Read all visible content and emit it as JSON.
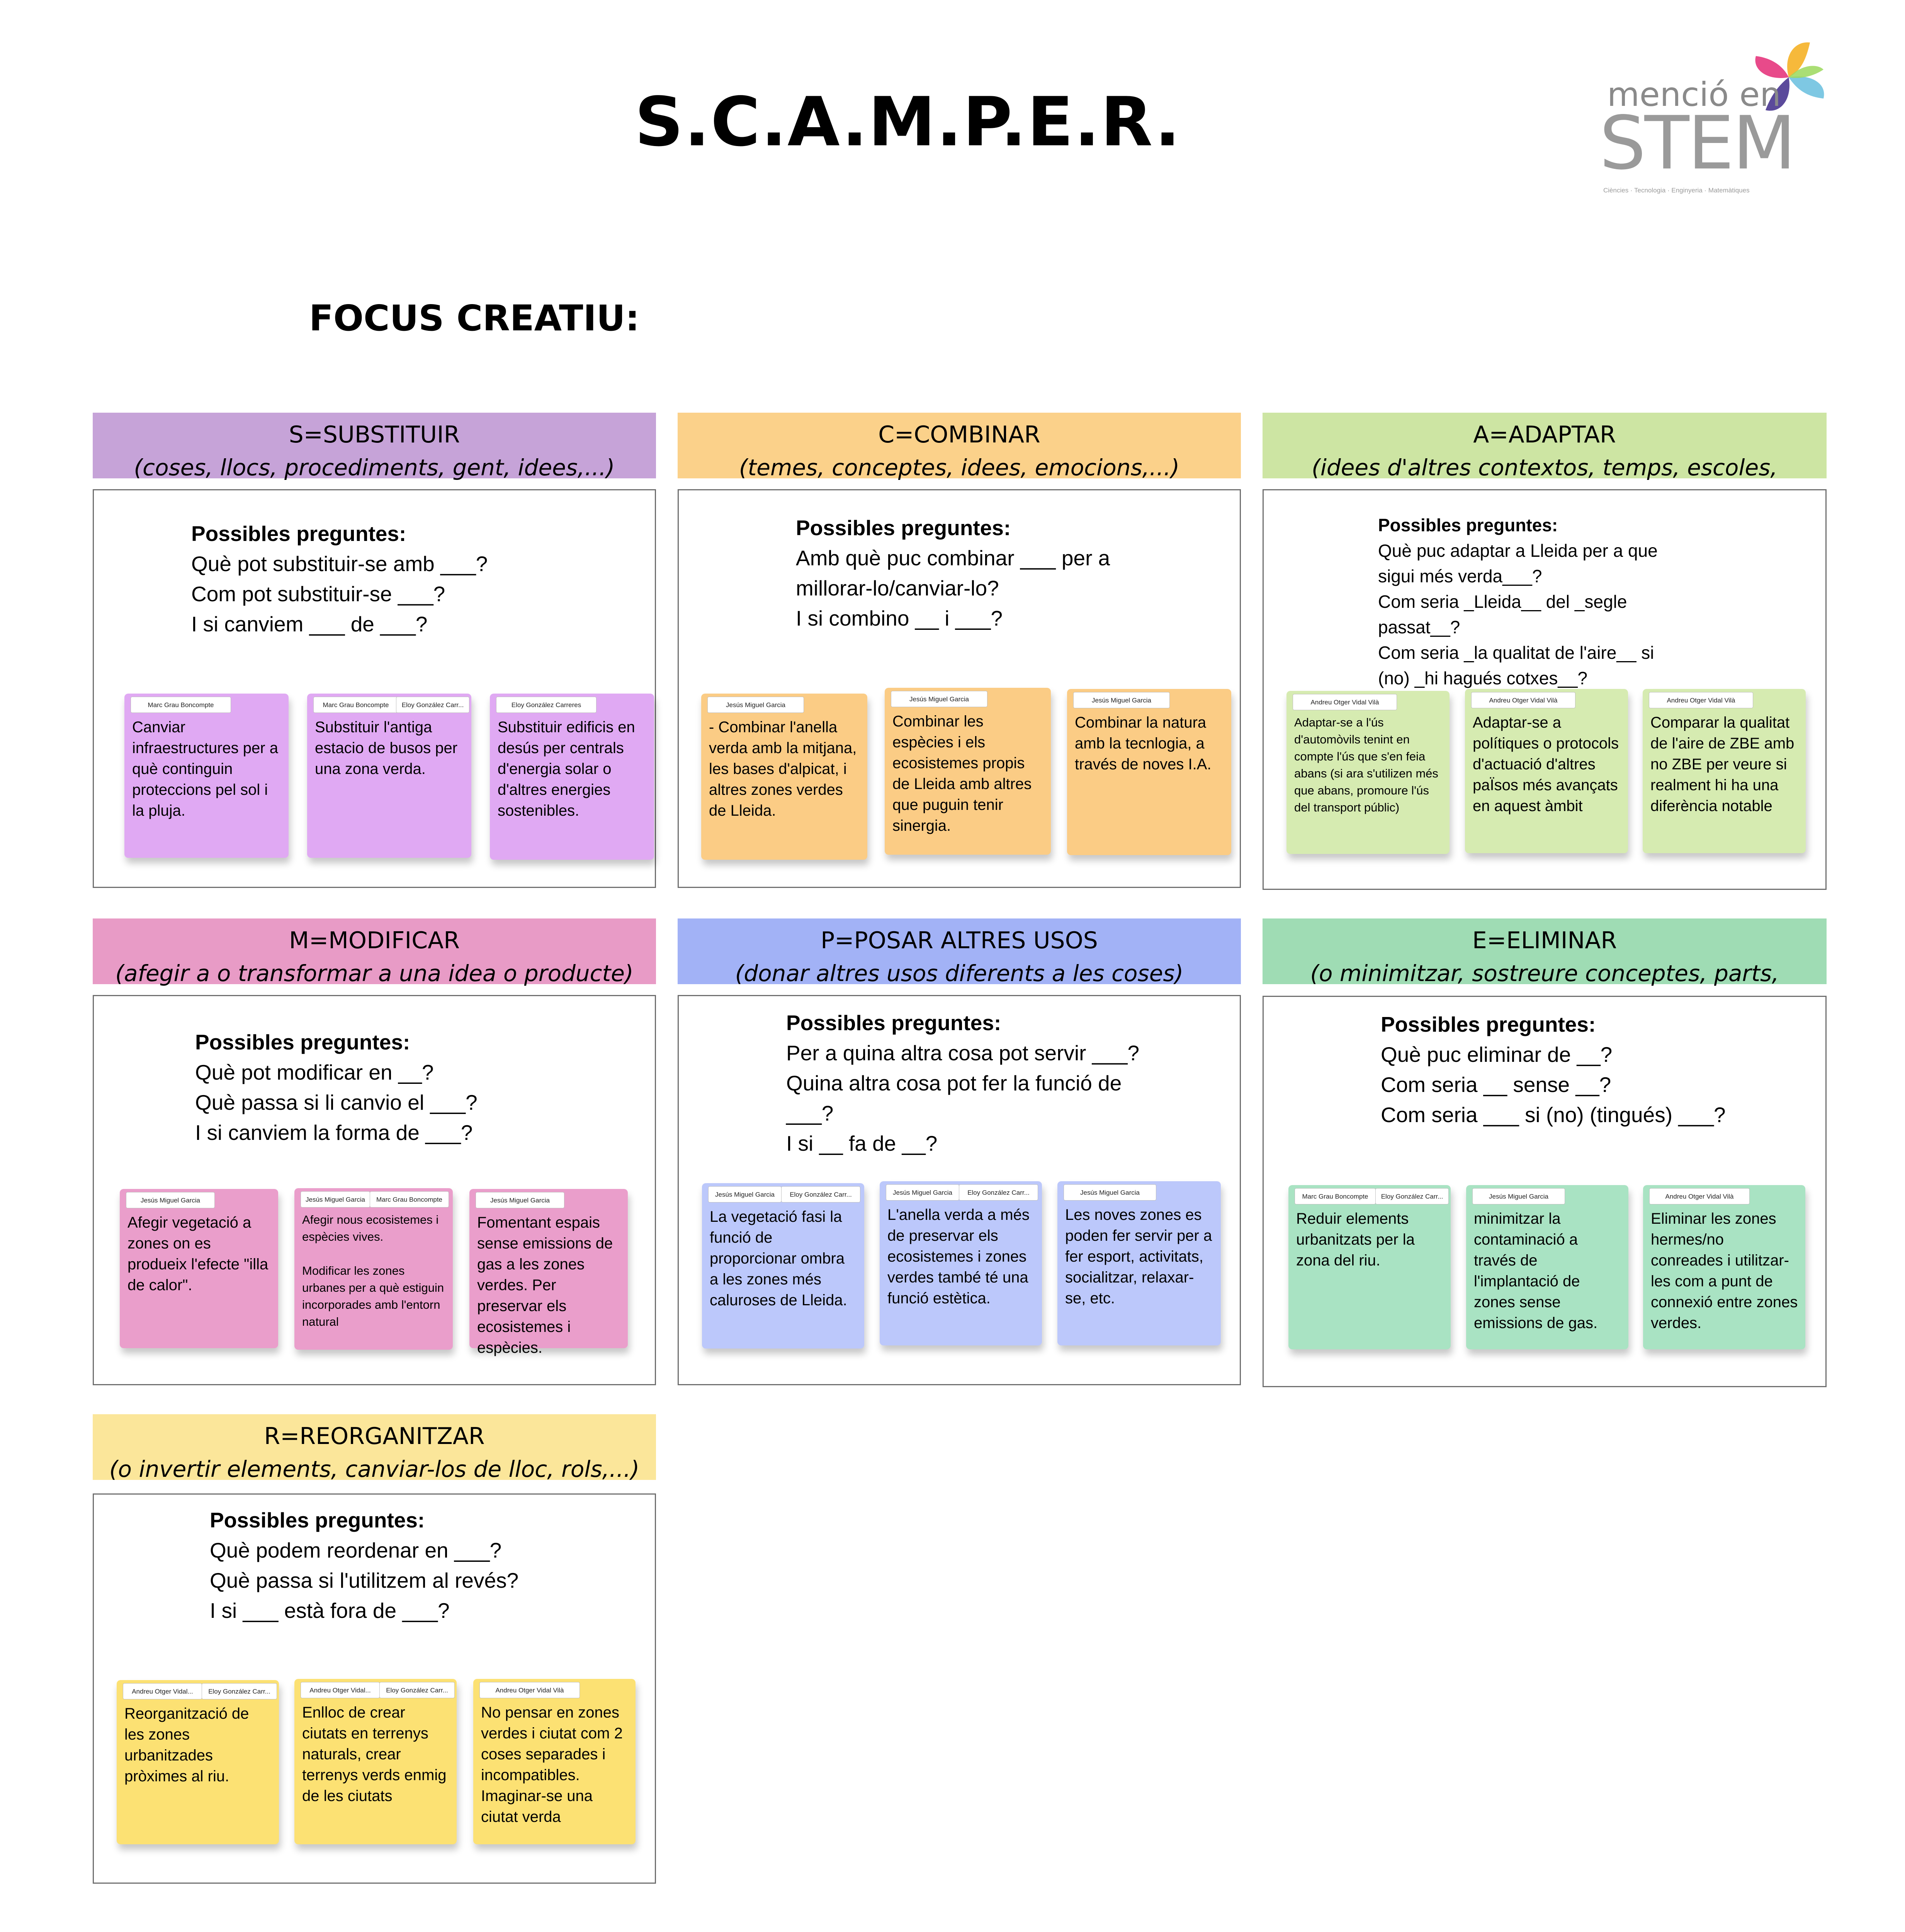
{
  "title": "S.C.A.M.P.E.R.",
  "focus_label": "FOCUS CREATIU:",
  "logo": {
    "top_text": "menció en",
    "main_text": "STEM",
    "subtitle": "Ciències · Tecnologia · Enginyeria · Matemàtiques"
  },
  "questions_heading": "Possibles preguntes:",
  "sections": {
    "s": {
      "title": "S=SUBSTITUIR",
      "subtitle": "(coses, llocs, procediments, gent, idees,...)",
      "header_color": "#c6a3d8",
      "note_color": "#e0a9f3",
      "questions": [
        "Què pot substituir-se amb ___?",
        "Com pot substituir-se ___?",
        "I si canviem ___ de ___?"
      ],
      "notes": [
        {
          "authors": [
            "Marc Grau Boncompte"
          ],
          "text": "Canviar infraestructures per a què continguin proteccions pel sol i la pluja."
        },
        {
          "authors": [
            "Marc Grau Boncompte",
            "Eloy González Carr..."
          ],
          "text": "Substituir l'antiga estacio de busos per una zona verda."
        },
        {
          "authors": [
            "Eloy González Carreres"
          ],
          "text": "Substituir edificis en desús per centrals d'energia solar o d'altres energies sostenibles."
        }
      ]
    },
    "c": {
      "title": "C=COMBINAR",
      "subtitle": "(temes, conceptes, idees, emocions,...)",
      "header_color": "#fbd18a",
      "note_color": "#fbcc85",
      "questions": [
        "Amb què puc combinar ___ per a",
        "millorar-lo/canviar-lo?",
        "I si combino __ i ___?"
      ],
      "notes": [
        {
          "authors": [
            "Jesús Miguel Garcia"
          ],
          "text": "- Combinar l'anella verda amb la mitjana, les bases d'alpicat, i altres zones verdes de Lleida."
        },
        {
          "authors": [
            "Jesús Miguel Garcia"
          ],
          "text": "Combinar les espècies i els ecosistemes propis de Lleida amb altres que puguin tenir sinergia."
        },
        {
          "authors": [
            "Jesús Miguel Garcia"
          ],
          "text": "Combinar la natura amb la tecnlogia, a través de noves I.A."
        }
      ]
    },
    "a": {
      "title": "A=ADAPTAR",
      "subtitle": "(idees d'altres contextos, temps, escoles, persones,...)",
      "header_color": "#cde5a3",
      "note_color": "#d6ebb1",
      "questions": [
        "Què puc adaptar a Lleida per a que",
        "sigui més verda___?",
        "Com seria _Lleida__ del _segle",
        "passat__?",
        "Com seria _la qualitat de l'aire__ si",
        "(no) _hi hagués cotxes__?"
      ],
      "notes": [
        {
          "authors": [
            "Andreu Otger Vidal Vilà"
          ],
          "text": "Adaptar-se a l'ús d'automòvils tenint en compte l'ús que s'en feia abans (si ara s'utilizen més que abans, promoure l'ús del transport públic)"
        },
        {
          "authors": [
            "Andreu Otger Vidal Vilà"
          ],
          "text": "Adaptar-se a polítiques o protocols d'actuació d'altres paÏsos més avançats en aquest àmbit"
        },
        {
          "authors": [
            "Andreu Otger Vidal Vilà"
          ],
          "text": "Comparar la qualitat de l'aire de ZBE amb no ZBE per veure si realment hi ha una diferència notable"
        }
      ]
    },
    "m": {
      "title": "M=MODIFICAR",
      "subtitle": "(afegir a o transformar a una idea o producte)",
      "header_color": "#e89bc6",
      "note_color": "#ea9ecb",
      "questions": [
        "Què pot modificar en __?",
        "Què passa si li canvio el ___?",
        "I si canviem la forma de ___?"
      ],
      "notes": [
        {
          "authors": [
            "Jesús Miguel Garcia"
          ],
          "text": "Afegir vegetació a zones on es produeix l'efecte \"illa de calor\"."
        },
        {
          "authors": [
            "Jesús Miguel Garcia",
            "Marc Grau Boncompte"
          ],
          "text": "Afegir nous ecosistemes i espècies vives.\n\nModificar les zones urbanes per a què estiguin incorporades amb l'entorn natural"
        },
        {
          "authors": [
            "Jesús Miguel Garcia"
          ],
          "text": "Fomentant espais sense emissions de gas a les zones verdes. Per preservar els ecosistemes i espècies."
        }
      ]
    },
    "p": {
      "title": "P=POSAR ALTRES USOS",
      "subtitle": "(donar altres usos diferents a les coses)",
      "header_color": "#a2b2f6",
      "note_color": "#bcc8fb",
      "questions": [
        "Per a quina altra cosa pot servir ___?",
        "Quina altra cosa pot fer la funció de",
        "___?",
        "I si __ fa de __?"
      ],
      "notes": [
        {
          "authors": [
            "Jesús Miguel Garcia",
            "Eloy González Carr..."
          ],
          "text": "La vegetació fasi la funció de proporcionar ombra a les zones més caluroses de Lleida."
        },
        {
          "authors": [
            "Jesús Miguel Garcia",
            "Eloy González Carr..."
          ],
          "text": "L'anella verda a més de preservar els ecosistemes i zones verdes també té una funció estètica."
        },
        {
          "authors": [
            "Jesús Miguel Garcia"
          ],
          "text": "Les noves zones es poden fer servir per a fer esport, activitats, socialitzar, relaxar-se, etc."
        }
      ]
    },
    "e": {
      "title": "E=ELIMINAR",
      "subtitle": "(o minimitzar, sostreure conceptes, parts, elements)",
      "header_color": "#9fdcb4",
      "note_color": "#a9e3c3",
      "questions": [
        "Què puc eliminar de __?",
        "Com seria __ sense __?",
        "Com seria ___ si (no) (tingués) ___?"
      ],
      "notes": [
        {
          "authors": [
            "Marc Grau Boncompte",
            "Eloy González Carr..."
          ],
          "text": "Reduir elements urbanitzats per la zona del riu."
        },
        {
          "authors": [
            "Jesús Miguel Garcia"
          ],
          "text": "minimitzar la contaminació a través de l'implantació de zones sense emissions de gas."
        },
        {
          "authors": [
            "Andreu Otger Vidal Vilà"
          ],
          "text": "Eliminar les zones hermes/no conreades i utilitzar-les com a punt de connexió entre zones verdes."
        }
      ]
    },
    "r": {
      "title": "R=REORGANITZAR",
      "subtitle": "(o invertir elements, canviar-los de lloc, rols,...)",
      "header_color": "#fbe69a",
      "note_color": "#fce173",
      "questions": [
        "Què podem reordenar en ___?",
        "Què passa si l'utilitzem al revés?",
        "I si ___ està fora de ___?"
      ],
      "notes": [
        {
          "authors": [
            "Andreu Otger Vidal...",
            "Eloy González Carr..."
          ],
          "text": "Reorganització de les zones urbanitzades pròximes al riu."
        },
        {
          "authors": [
            "Andreu Otger Vidal...",
            "Eloy González Carr..."
          ],
          "text": "Enlloc de crear ciutats en terrenys naturals, crear terrenys verds enmig de les ciutats"
        },
        {
          "authors": [
            "Andreu Otger Vidal Vilà"
          ],
          "text": "No pensar en zones verdes i ciutat com 2 coses separades i incompatibles. Imaginar-se una ciutat verda"
        }
      ]
    }
  }
}
